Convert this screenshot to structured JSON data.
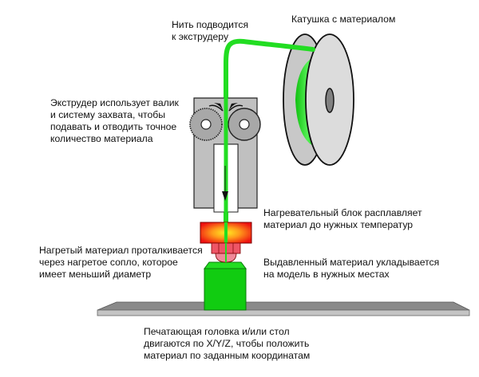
{
  "diagram": {
    "title": "FDM 3D printer extrusion process",
    "labels": {
      "filament_feed": "Нить подводится\nк экструдеру",
      "spool": "Катушка с материалом",
      "extruder": "Экструдер использует валик\nи систему захвата, чтобы\nподавать и отводить точное\nколичество материала",
      "heater_block": "Нагревательный блок расплавляет\nматериал до нужных температур",
      "nozzle": "Нагретый материал проталкивается\nчерез нагретое сопло, которое\nимеет меньший диаметр",
      "deposition": "Выдавленный материал укладывается\nна модель в нужных местах",
      "motion": "Печатающая головка и/или стол\nдвигаются по X/Y/Z, чтобы положить\nматериал по заданным координатам"
    },
    "colors": {
      "filament": "#22dd22",
      "model": "#11cc11",
      "body": "#c0c0c0",
      "heater_hot": "#ffee22",
      "heater_edge": "#ee1111",
      "nozzle": "#ee7788",
      "bed_top": "#8a8a8a",
      "bed_front": "#c4c4c4"
    }
  }
}
